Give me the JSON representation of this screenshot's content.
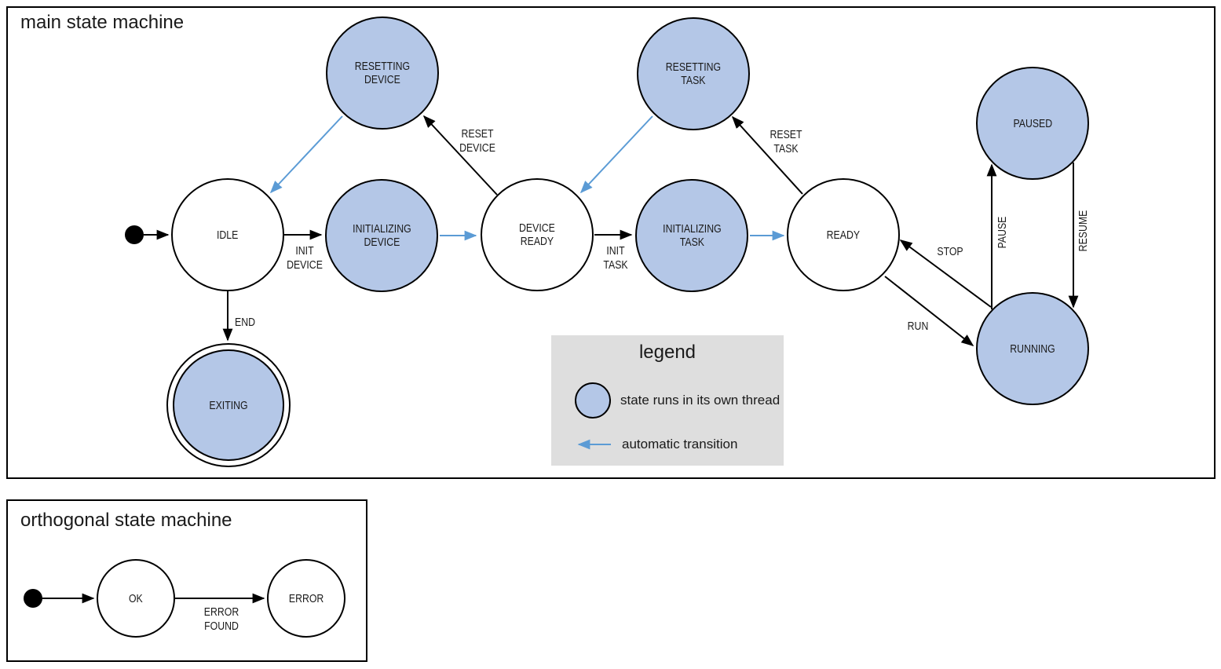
{
  "colors": {
    "state_fill": "#b4c7e7",
    "auto_transition_blue": "#5b9bd5",
    "legend_bg": "#dedede",
    "line_black": "#000000"
  },
  "main": {
    "title": "main state machine",
    "states": {
      "idle": {
        "lines": [
          "IDLE"
        ]
      },
      "resetting_device": {
        "lines": [
          "RESETTING",
          "DEVICE"
        ]
      },
      "initializing_device": {
        "lines": [
          "INITIALIZING",
          "DEVICE"
        ]
      },
      "device_ready": {
        "lines": [
          "DEVICE",
          "READY"
        ]
      },
      "resetting_task": {
        "lines": [
          "RESETTING",
          "TASK"
        ]
      },
      "initializing_task": {
        "lines": [
          "INITIALIZING",
          "TASK"
        ]
      },
      "ready": {
        "lines": [
          "READY"
        ]
      },
      "paused": {
        "lines": [
          "PAUSED"
        ]
      },
      "running": {
        "lines": [
          "RUNNING"
        ]
      },
      "exiting": {
        "lines": [
          "EXITING"
        ]
      }
    },
    "transitions": {
      "init_device": {
        "lines": [
          "INIT",
          "DEVICE"
        ]
      },
      "reset_device": {
        "lines": [
          "RESET",
          "DEVICE"
        ]
      },
      "init_task": {
        "lines": [
          "INIT",
          "TASK"
        ]
      },
      "reset_task": {
        "lines": [
          "RESET",
          "TASK"
        ]
      },
      "end": {
        "lines": [
          "END"
        ]
      },
      "run": {
        "lines": [
          "RUN"
        ]
      },
      "stop": {
        "lines": [
          "STOP"
        ]
      },
      "pause": {
        "lines": [
          "PAUSE"
        ]
      },
      "resume": {
        "lines": [
          "RESUME"
        ]
      }
    }
  },
  "legend": {
    "title": "legend",
    "thread_state_label": "state runs in its own thread",
    "auto_transition_label": "automatic transition"
  },
  "orthogonal": {
    "title": "orthogonal state machine",
    "states": {
      "ok": {
        "lines": [
          "OK"
        ]
      },
      "error": {
        "lines": [
          "ERROR"
        ]
      }
    },
    "transitions": {
      "error_found": {
        "lines": [
          "ERROR",
          "FOUND"
        ]
      }
    }
  }
}
